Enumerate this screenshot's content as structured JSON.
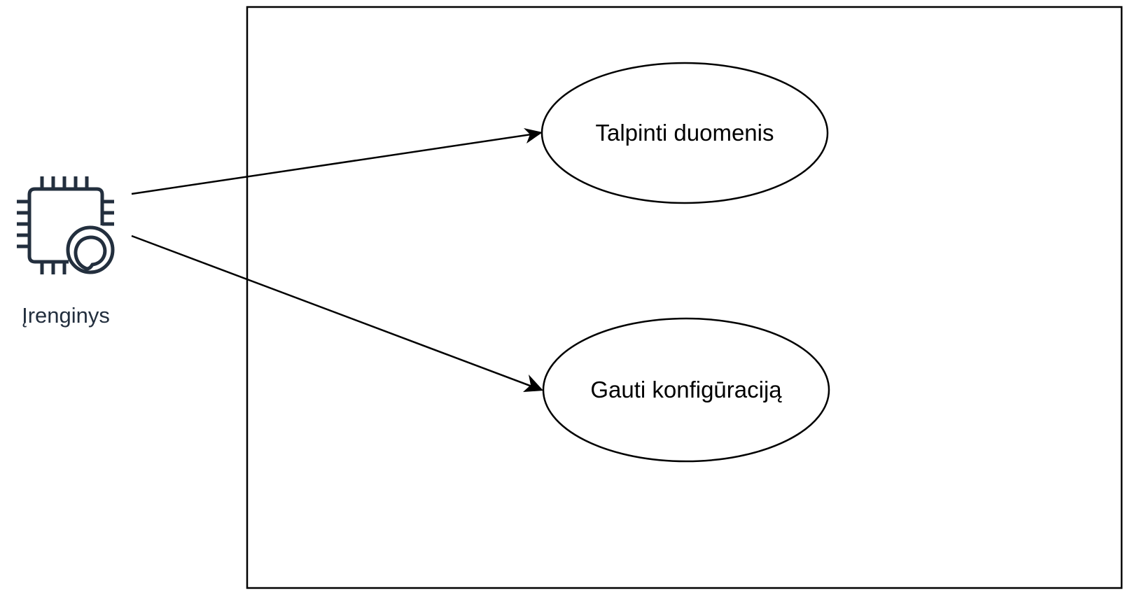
{
  "actor": {
    "label": "Įrenginys",
    "icon": "microchip-icon",
    "color": "#232f3e"
  },
  "use_cases": [
    {
      "label": "Talpinti duomenis"
    },
    {
      "label": "Gauti konfigūraciją"
    }
  ],
  "connectors": [
    {
      "from": "actor",
      "to": "use_cases.0",
      "arrow": "filled"
    },
    {
      "from": "actor",
      "to": "use_cases.1",
      "arrow": "filled"
    }
  ],
  "colors": {
    "stroke": "#000000",
    "icon": "#232f3e",
    "background": "#ffffff"
  }
}
